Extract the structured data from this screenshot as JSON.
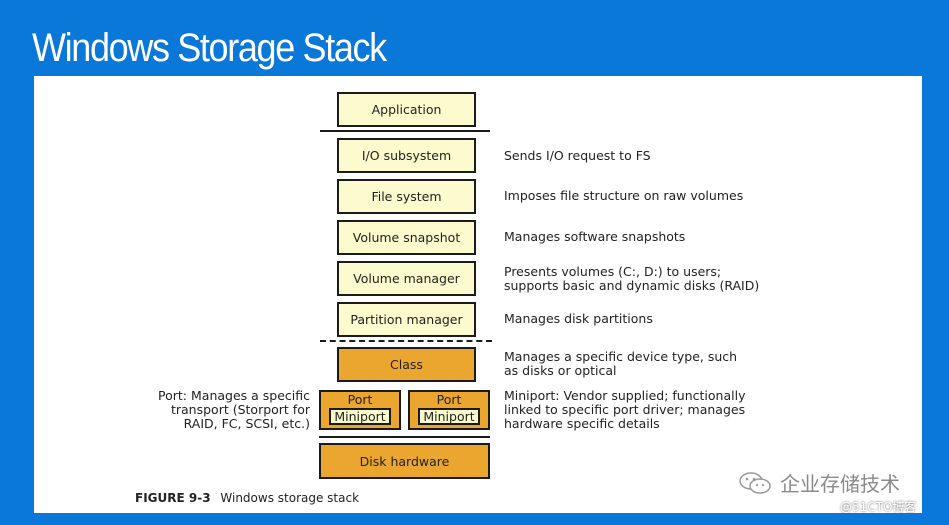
{
  "slide": {
    "title": "Windows Storage Stack",
    "background_color": "#0a78d8"
  },
  "diagram": {
    "colors": {
      "user_layer": "#fbfbcd",
      "hardware_layer": "#eba62f",
      "border": "#1b1b1b"
    },
    "layers": [
      {
        "label": "Application",
        "description": ""
      },
      {
        "label": "I/O subsystem",
        "description": "Sends I/O request to FS"
      },
      {
        "label": "File system",
        "description": "Imposes file structure on raw volumes"
      },
      {
        "label": "Volume snapshot",
        "description": "Manages software snapshots"
      },
      {
        "label": "Volume manager",
        "description": "Presents volumes (C:, D:) to users;\nsupports basic and dynamic disks (RAID)"
      },
      {
        "label": "Partition manager",
        "description": "Manages disk partitions"
      },
      {
        "label": "Class",
        "description": "Manages a specific device type, such\nas disks or optical"
      },
      {
        "label": "Disk hardware",
        "description": ""
      }
    ],
    "ports": [
      {
        "port_label": "Port",
        "miniport_label": "Miniport"
      },
      {
        "port_label": "Port",
        "miniport_label": "Miniport"
      }
    ],
    "port_note": "Port: Manages a specific\ntransport (Storport for\nRAID, FC, SCSI, etc.)",
    "miniport_note": "Miniport: Vendor supplied; functionally\nlinked to specific port driver; manages\nhardware specific details",
    "caption_number": "FIGURE 9-3",
    "caption_text": "Windows storage stack"
  },
  "watermark": {
    "text": "企业存储技术",
    "icon": "wechat-icon",
    "credit": "@51CTO博客"
  }
}
